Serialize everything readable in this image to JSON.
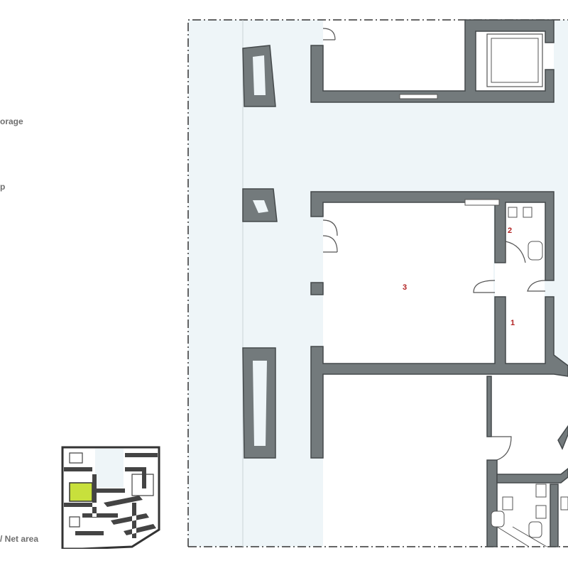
{
  "legend": {
    "items": [
      "orage",
      "p"
    ],
    "footer": "/ Net area"
  },
  "rooms": [
    {
      "id": "1",
      "label": "1"
    },
    {
      "id": "2",
      "label": "2"
    },
    {
      "id": "3",
      "label": "3"
    }
  ],
  "colors": {
    "wall": "#737a7c",
    "wall_outline": "#44494b",
    "corridor": "#eef5f8",
    "highlight": "#c8e03c",
    "room_number": "#b22222",
    "legend_text": "#6f6f6f"
  }
}
